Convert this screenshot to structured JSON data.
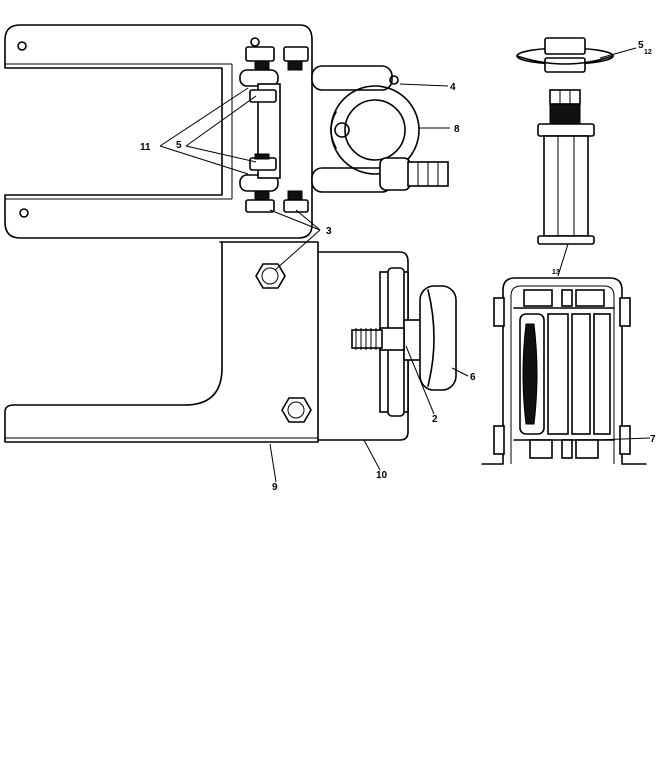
{
  "callouts": {
    "c2": "2",
    "c3": "3",
    "c4": "4",
    "c5": "5",
    "c6": "6",
    "c7": "7",
    "c8": "8",
    "c9": "9",
    "c10": "10",
    "c11": "11",
    "c12_main": "5",
    "c12_sub": "12",
    "c13": "13"
  }
}
